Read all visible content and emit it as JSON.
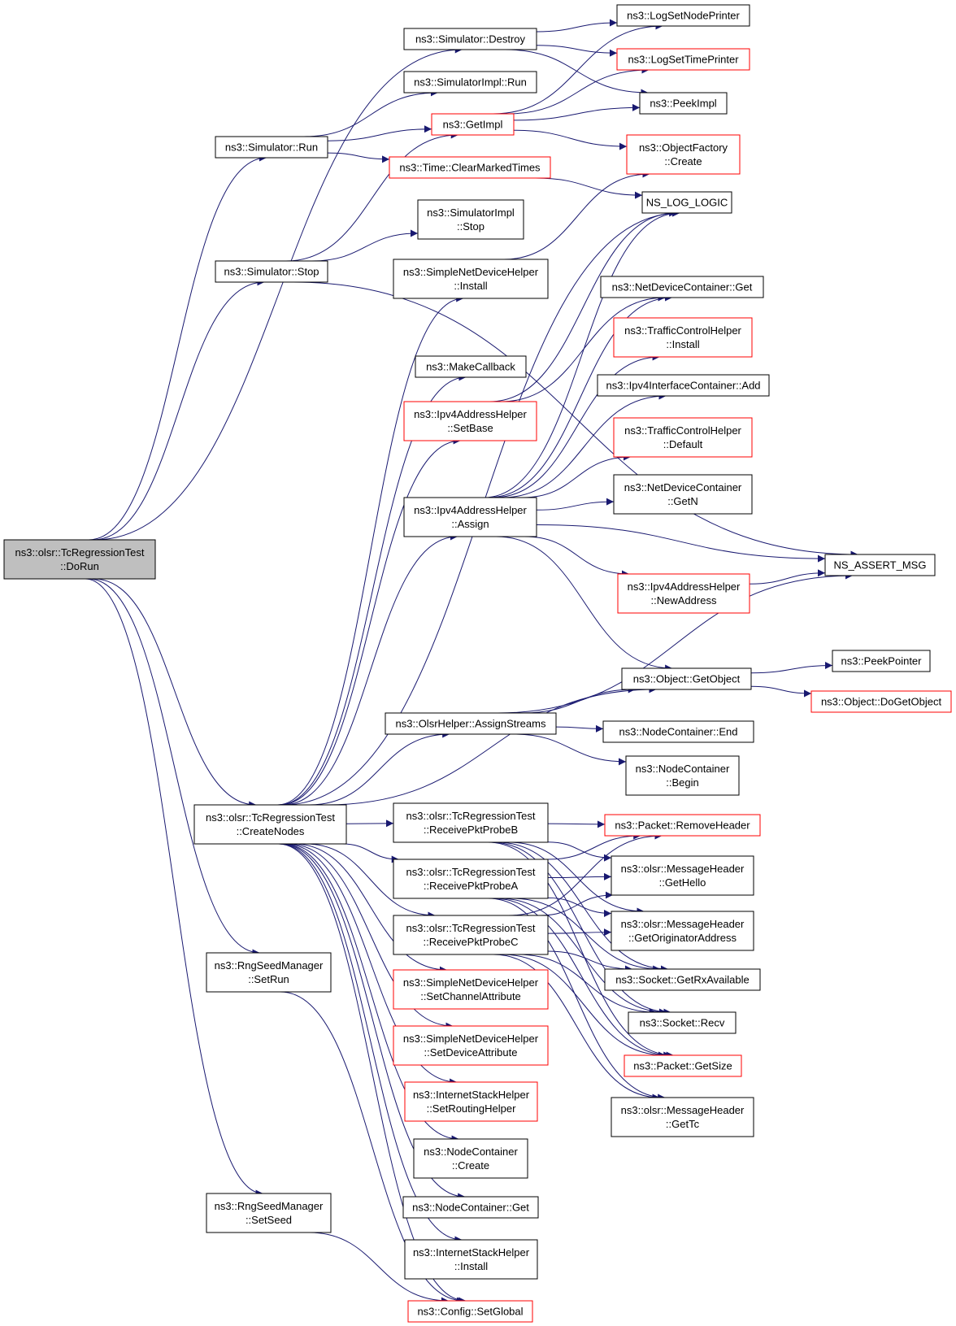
{
  "colors": {
    "edge": "#191970",
    "root_fill": "#bfbfbf",
    "node_fill": "#ffffff",
    "documented_border": "#000000",
    "undocumented_border": "#ff0000"
  },
  "nodes": [
    {
      "id": "dorun",
      "lines": [
        "ns3::olsr::TcRegressionTest",
        "::DoRun"
      ],
      "kind": "root"
    },
    {
      "id": "sim_destroy",
      "lines": [
        "ns3::Simulator::Destroy"
      ],
      "kind": "black"
    },
    {
      "id": "simimpl_run",
      "lines": [
        "ns3::SimulatorImpl::Run"
      ],
      "kind": "black"
    },
    {
      "id": "sim_run",
      "lines": [
        "ns3::Simulator::Run"
      ],
      "kind": "black"
    },
    {
      "id": "getimpl",
      "lines": [
        "ns3::GetImpl"
      ],
      "kind": "red"
    },
    {
      "id": "time_clear",
      "lines": [
        "ns3::Time::ClearMarkedTimes"
      ],
      "kind": "red"
    },
    {
      "id": "simimpl_stop",
      "lines": [
        "ns3::SimulatorImpl",
        "::Stop"
      ],
      "kind": "black"
    },
    {
      "id": "sim_stop",
      "lines": [
        "ns3::Simulator::Stop"
      ],
      "kind": "black"
    },
    {
      "id": "sndh_install",
      "lines": [
        "ns3::SimpleNetDeviceHelper",
        "::Install"
      ],
      "kind": "black"
    },
    {
      "id": "makecallback",
      "lines": [
        "ns3::MakeCallback"
      ],
      "kind": "black"
    },
    {
      "id": "ipv4ah_setbase",
      "lines": [
        "ns3::Ipv4AddressHelper",
        "::SetBase"
      ],
      "kind": "red"
    },
    {
      "id": "ipv4ah_assign",
      "lines": [
        "ns3::Ipv4AddressHelper",
        "::Assign"
      ],
      "kind": "black"
    },
    {
      "id": "log_node",
      "lines": [
        "ns3::LogSetNodePrinter"
      ],
      "kind": "black"
    },
    {
      "id": "log_time",
      "lines": [
        "ns3::LogSetTimePrinter"
      ],
      "kind": "red"
    },
    {
      "id": "peekimpl",
      "lines": [
        "ns3::PeekImpl"
      ],
      "kind": "black"
    },
    {
      "id": "objfactory_create",
      "lines": [
        "ns3::ObjectFactory",
        "::Create"
      ],
      "kind": "red"
    },
    {
      "id": "ns_log_logic",
      "lines": [
        "NS_LOG_LOGIC"
      ],
      "kind": "black"
    },
    {
      "id": "ndc_get",
      "lines": [
        "ns3::NetDeviceContainer::Get"
      ],
      "kind": "black"
    },
    {
      "id": "tch_install",
      "lines": [
        "ns3::TrafficControlHelper",
        "::Install"
      ],
      "kind": "red"
    },
    {
      "id": "ipv4ic_add",
      "lines": [
        "ns3::Ipv4InterfaceContainer::Add"
      ],
      "kind": "black"
    },
    {
      "id": "tch_default",
      "lines": [
        "ns3::TrafficControlHelper",
        "::Default"
      ],
      "kind": "red"
    },
    {
      "id": "ndc_getn",
      "lines": [
        "ns3::NetDeviceContainer",
        "::GetN"
      ],
      "kind": "black"
    },
    {
      "id": "ipv4ah_newaddr",
      "lines": [
        "ns3::Ipv4AddressHelper",
        "::NewAddress"
      ],
      "kind": "red"
    },
    {
      "id": "ns_assert_msg",
      "lines": [
        "NS_ASSERT_MSG"
      ],
      "kind": "black"
    },
    {
      "id": "obj_getobject",
      "lines": [
        "ns3::Object::GetObject"
      ],
      "kind": "black"
    },
    {
      "id": "peekpointer",
      "lines": [
        "ns3::PeekPointer"
      ],
      "kind": "black"
    },
    {
      "id": "obj_dogetobject",
      "lines": [
        "ns3::Object::DoGetObject"
      ],
      "kind": "red"
    },
    {
      "id": "olsrh_assign",
      "lines": [
        "ns3::OlsrHelper::AssignStreams"
      ],
      "kind": "black"
    },
    {
      "id": "nc_end",
      "lines": [
        "ns3::NodeContainer::End"
      ],
      "kind": "black"
    },
    {
      "id": "nc_begin",
      "lines": [
        "ns3::NodeContainer",
        "::Begin"
      ],
      "kind": "black"
    },
    {
      "id": "createnodes",
      "lines": [
        "ns3::olsr::TcRegressionTest",
        "::CreateNodes"
      ],
      "kind": "black"
    },
    {
      "id": "probe_b",
      "lines": [
        "ns3::olsr::TcRegressionTest",
        "::ReceivePktProbeB"
      ],
      "kind": "black"
    },
    {
      "id": "probe_a",
      "lines": [
        "ns3::olsr::TcRegressionTest",
        "::ReceivePktProbeA"
      ],
      "kind": "black"
    },
    {
      "id": "probe_c",
      "lines": [
        "ns3::olsr::TcRegressionTest",
        "::ReceivePktProbeC"
      ],
      "kind": "black"
    },
    {
      "id": "pkt_removeheader",
      "lines": [
        "ns3::Packet::RemoveHeader"
      ],
      "kind": "red"
    },
    {
      "id": "mh_gethello",
      "lines": [
        "ns3::olsr::MessageHeader",
        "::GetHello"
      ],
      "kind": "black"
    },
    {
      "id": "mh_getorig",
      "lines": [
        "ns3::olsr::MessageHeader",
        "::GetOriginatorAddress"
      ],
      "kind": "black"
    },
    {
      "id": "sock_rxavail",
      "lines": [
        "ns3::Socket::GetRxAvailable"
      ],
      "kind": "black"
    },
    {
      "id": "sock_recv",
      "lines": [
        "ns3::Socket::Recv"
      ],
      "kind": "black"
    },
    {
      "id": "pkt_getsize",
      "lines": [
        "ns3::Packet::GetSize"
      ],
      "kind": "red"
    },
    {
      "id": "mh_gettc",
      "lines": [
        "ns3::olsr::MessageHeader",
        "::GetTc"
      ],
      "kind": "black"
    },
    {
      "id": "rng_setrun",
      "lines": [
        "ns3::RngSeedManager",
        "::SetRun"
      ],
      "kind": "black"
    },
    {
      "id": "sndh_setchan",
      "lines": [
        "ns3::SimpleNetDeviceHelper",
        "::SetChannelAttribute"
      ],
      "kind": "red"
    },
    {
      "id": "sndh_setdev",
      "lines": [
        "ns3::SimpleNetDeviceHelper",
        "::SetDeviceAttribute"
      ],
      "kind": "red"
    },
    {
      "id": "ish_setrouting",
      "lines": [
        "ns3::InternetStackHelper",
        "::SetRoutingHelper"
      ],
      "kind": "red"
    },
    {
      "id": "nc_create",
      "lines": [
        "ns3::NodeContainer",
        "::Create"
      ],
      "kind": "black"
    },
    {
      "id": "nc_get",
      "lines": [
        "ns3::NodeContainer::Get"
      ],
      "kind": "black"
    },
    {
      "id": "ish_install",
      "lines": [
        "ns3::InternetStackHelper",
        "::Install"
      ],
      "kind": "black"
    },
    {
      "id": "rng_setseed",
      "lines": [
        "ns3::RngSeedManager",
        "::SetSeed"
      ],
      "kind": "black"
    },
    {
      "id": "config_setglobal",
      "lines": [
        "ns3::Config::SetGlobal"
      ],
      "kind": "red"
    }
  ],
  "edges": [
    [
      "dorun",
      "sim_destroy"
    ],
    [
      "dorun",
      "sim_run"
    ],
    [
      "dorun",
      "sim_stop"
    ],
    [
      "dorun",
      "createnodes"
    ],
    [
      "dorun",
      "rng_setrun"
    ],
    [
      "dorun",
      "rng_setseed"
    ],
    [
      "sim_destroy",
      "log_node"
    ],
    [
      "sim_destroy",
      "log_time"
    ],
    [
      "sim_destroy",
      "peekimpl"
    ],
    [
      "sim_run",
      "simimpl_run"
    ],
    [
      "sim_run",
      "getimpl"
    ],
    [
      "sim_run",
      "time_clear"
    ],
    [
      "getimpl",
      "log_node"
    ],
    [
      "getimpl",
      "log_time"
    ],
    [
      "getimpl",
      "peekimpl"
    ],
    [
      "getimpl",
      "objfactory_create"
    ],
    [
      "time_clear",
      "ns_log_logic"
    ],
    [
      "sim_stop",
      "getimpl"
    ],
    [
      "sim_stop",
      "simimpl_stop"
    ],
    [
      "sim_stop",
      "ns_assert_msg"
    ],
    [
      "sndh_install",
      "objfactory_create"
    ],
    [
      "ipv4ah_setbase",
      "ns_log_logic"
    ],
    [
      "ipv4ah_setbase",
      "ndc_get"
    ],
    [
      "ipv4ah_assign",
      "ns_log_logic"
    ],
    [
      "ipv4ah_assign",
      "ndc_get"
    ],
    [
      "ipv4ah_assign",
      "tch_install"
    ],
    [
      "ipv4ah_assign",
      "ipv4ic_add"
    ],
    [
      "ipv4ah_assign",
      "tch_default"
    ],
    [
      "ipv4ah_assign",
      "ndc_getn"
    ],
    [
      "ipv4ah_assign",
      "ns_assert_msg"
    ],
    [
      "ipv4ah_assign",
      "ipv4ah_newaddr"
    ],
    [
      "ipv4ah_assign",
      "obj_getobject"
    ],
    [
      "ipv4ah_newaddr",
      "ns_assert_msg"
    ],
    [
      "obj_getobject",
      "peekpointer"
    ],
    [
      "obj_getobject",
      "obj_dogetobject"
    ],
    [
      "olsrh_assign",
      "obj_getobject"
    ],
    [
      "olsrh_assign",
      "ns_assert_msg"
    ],
    [
      "olsrh_assign",
      "nc_end"
    ],
    [
      "olsrh_assign",
      "nc_begin"
    ],
    [
      "createnodes",
      "sndh_install"
    ],
    [
      "createnodes",
      "makecallback"
    ],
    [
      "createnodes",
      "ipv4ah_setbase"
    ],
    [
      "createnodes",
      "ipv4ah_assign"
    ],
    [
      "createnodes",
      "obj_getobject"
    ],
    [
      "createnodes",
      "olsrh_assign"
    ],
    [
      "createnodes",
      "probe_b"
    ],
    [
      "createnodes",
      "probe_a"
    ],
    [
      "createnodes",
      "probe_c"
    ],
    [
      "createnodes",
      "sndh_setchan"
    ],
    [
      "createnodes",
      "sndh_setdev"
    ],
    [
      "createnodes",
      "ish_setrouting"
    ],
    [
      "createnodes",
      "nc_create"
    ],
    [
      "createnodes",
      "nc_get"
    ],
    [
      "createnodes",
      "ish_install"
    ],
    [
      "createnodes",
      "config_setglobal"
    ],
    [
      "createnodes",
      "ns_log_logic"
    ],
    [
      "probe_b",
      "pkt_removeheader"
    ],
    [
      "probe_b",
      "mh_gethello"
    ],
    [
      "probe_b",
      "mh_getorig"
    ],
    [
      "probe_b",
      "sock_rxavail"
    ],
    [
      "probe_b",
      "sock_recv"
    ],
    [
      "probe_b",
      "pkt_getsize"
    ],
    [
      "probe_a",
      "pkt_removeheader"
    ],
    [
      "probe_a",
      "mh_gethello"
    ],
    [
      "probe_a",
      "mh_getorig"
    ],
    [
      "probe_a",
      "sock_rxavail"
    ],
    [
      "probe_a",
      "sock_recv"
    ],
    [
      "probe_a",
      "pkt_getsize"
    ],
    [
      "probe_a",
      "mh_gettc"
    ],
    [
      "probe_c",
      "pkt_removeheader"
    ],
    [
      "probe_c",
      "mh_gethello"
    ],
    [
      "probe_c",
      "mh_getorig"
    ],
    [
      "probe_c",
      "sock_rxavail"
    ],
    [
      "probe_c",
      "sock_recv"
    ],
    [
      "probe_c",
      "pkt_getsize"
    ],
    [
      "probe_c",
      "mh_gettc"
    ],
    [
      "rng_setrun",
      "config_setglobal"
    ],
    [
      "rng_setseed",
      "config_setglobal"
    ]
  ]
}
